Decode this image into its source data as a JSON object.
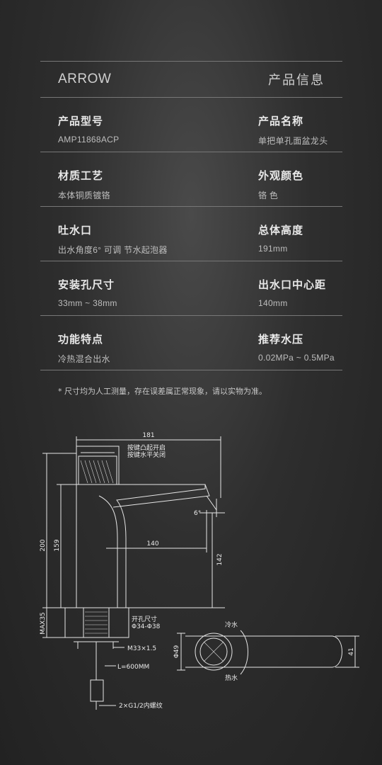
{
  "header": {
    "brand": "ARROW",
    "title": "产品信息"
  },
  "specs": [
    {
      "left_label": "产品型号",
      "left_value": "AMP11868ACP",
      "right_label": "产品名称",
      "right_value": "单把单孔面盆龙头"
    },
    {
      "left_label": "材质工艺",
      "left_value": "本体铜质镀铬",
      "right_label": "外观颜色",
      "right_value": "铬 色"
    },
    {
      "left_label": "吐水口",
      "left_value": "出水角度6° 可调 节水起泡器",
      "right_label": "总体高度",
      "right_value": "191mm"
    },
    {
      "left_label": "安装孔尺寸",
      "left_value": "33mm ~ 38mm",
      "right_label": "出水口中心距",
      "right_value": "140mm"
    },
    {
      "left_label": "功能特点",
      "left_value": "冷热混合出水",
      "right_label": "推荐水压",
      "right_value": "0.02MPa ~ 0.5MPa"
    }
  ],
  "note": "* 尺寸均为人工测量，存在误差属正常现象，请以实物为准。",
  "drawing": {
    "dim_181": "181",
    "label_push_on": "按键凸起开启",
    "label_push_off": "按键水平关闭",
    "angle": "6°",
    "dim_200": "200",
    "dim_159": "159",
    "dim_140": "140",
    "dim_142": "142",
    "dim_max35": "MAX35",
    "hole_title": "开孔尺寸",
    "hole_range": "Φ34-Φ38",
    "thread": "M33×1.5",
    "hose": "L=600MM",
    "fitting": "2×G1/2内螺纹",
    "cold": "冷水",
    "hot": "热水",
    "dim_49": "Φ49",
    "dim_41": "41"
  }
}
